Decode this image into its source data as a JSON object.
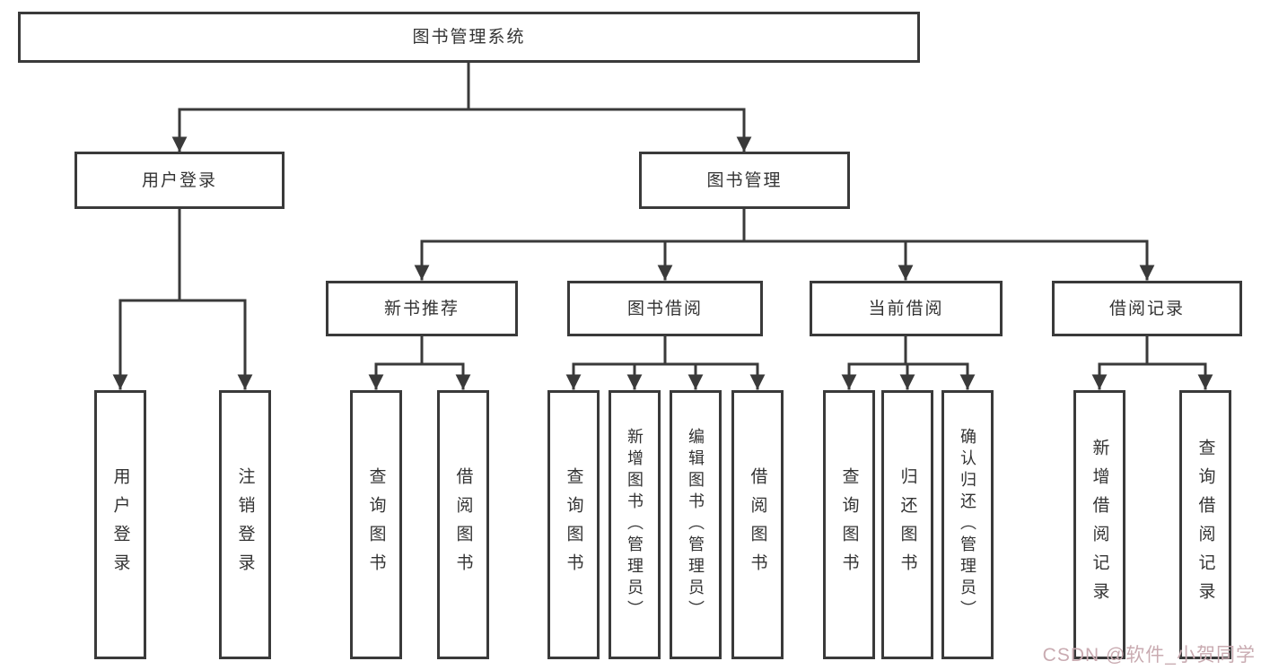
{
  "tree": {
    "root": "图书管理系统",
    "branches": [
      {
        "label": "用户登录",
        "leaves": [
          "用户登录",
          "注销登录"
        ]
      },
      {
        "label": "图书管理",
        "children": [
          {
            "label": "新书推荐",
            "leaves": [
              "查询图书",
              "借阅图书"
            ]
          },
          {
            "label": "图书借阅",
            "leaves": [
              "查询图书",
              "新增图书（管理员）",
              "编辑图书（管理员）",
              "借阅图书"
            ]
          },
          {
            "label": "当前借阅",
            "leaves": [
              "查询图书",
              "归还图书",
              "确认归还（管理员）"
            ]
          },
          {
            "label": "借阅记录",
            "leaves": [
              "新增借阅记录",
              "查询借阅记录"
            ]
          }
        ]
      }
    ]
  },
  "watermark": {
    "text": "CSDN @软件_小贺同学"
  },
  "colors": {
    "line": "#3a3a3a",
    "box_border": "#3a3a3a",
    "text": "#333333",
    "background": "#ffffff",
    "watermark": "#c9abb1"
  }
}
